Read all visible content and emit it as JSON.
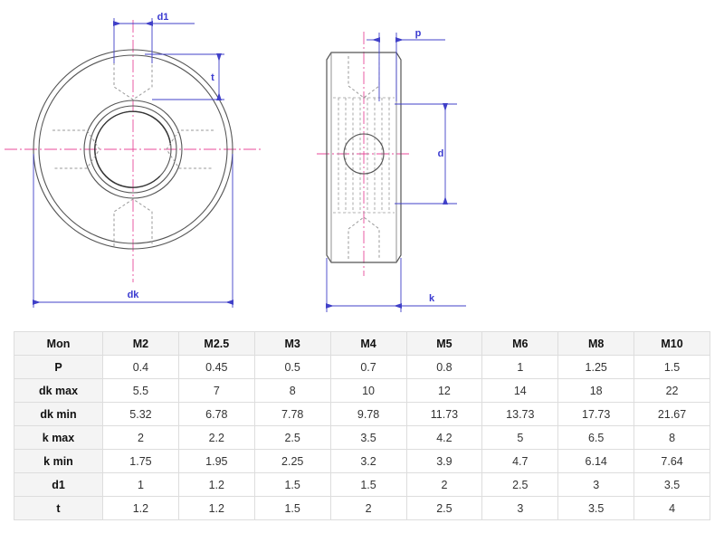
{
  "drawing": {
    "title": "flange-nut-technical-drawing",
    "colors": {
      "outline": "#555555",
      "dimension": "#4040c8",
      "centerline": "#e84a9a",
      "hidden": "#9a9a9a"
    },
    "labels": {
      "d1": "d1",
      "t": "t",
      "dk": "dk",
      "p": "p",
      "d": "d",
      "k": "k"
    }
  },
  "table": {
    "columns": [
      "Mon",
      "M2",
      "M2.5",
      "M3",
      "M4",
      "M5",
      "M6",
      "M8",
      "M10"
    ],
    "rows": [
      {
        "label": "P",
        "values": [
          "0.4",
          "0.45",
          "0.5",
          "0.7",
          "0.8",
          "1",
          "1.25",
          "1.5"
        ]
      },
      {
        "label": "dk max",
        "values": [
          "5.5",
          "7",
          "8",
          "10",
          "12",
          "14",
          "18",
          "22"
        ]
      },
      {
        "label": "dk min",
        "values": [
          "5.32",
          "6.78",
          "7.78",
          "9.78",
          "11.73",
          "13.73",
          "17.73",
          "21.67"
        ]
      },
      {
        "label": "k max",
        "values": [
          "2",
          "2.2",
          "2.5",
          "3.5",
          "4.2",
          "5",
          "6.5",
          "8"
        ]
      },
      {
        "label": "k min",
        "values": [
          "1.75",
          "1.95",
          "2.25",
          "3.2",
          "3.9",
          "4.7",
          "6.14",
          "7.64"
        ]
      },
      {
        "label": "d1",
        "values": [
          "1",
          "1.2",
          "1.5",
          "1.5",
          "2",
          "2.5",
          "3",
          "3.5"
        ]
      },
      {
        "label": "t",
        "values": [
          "1.2",
          "1.2",
          "1.5",
          "2",
          "2.5",
          "3",
          "3.5",
          "4"
        ]
      }
    ]
  }
}
